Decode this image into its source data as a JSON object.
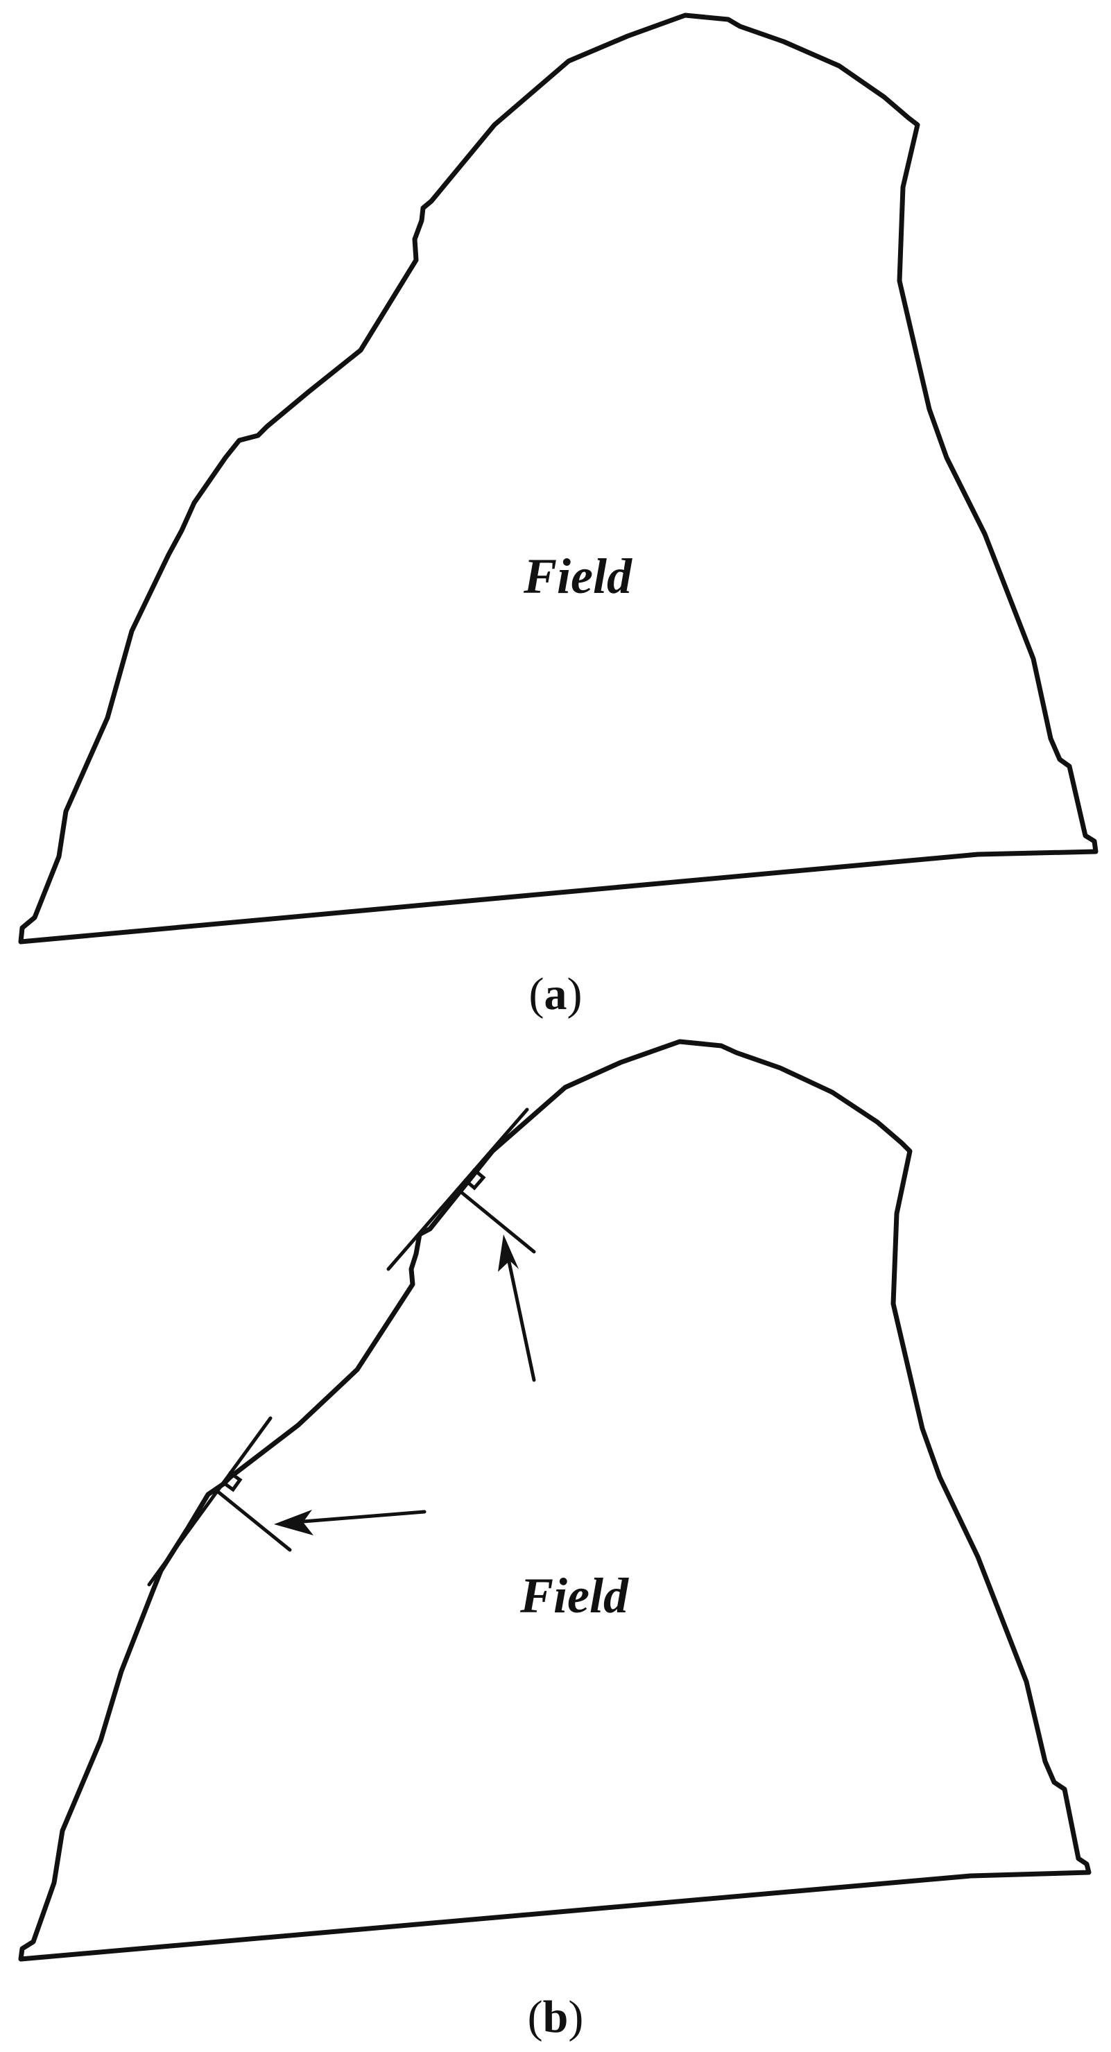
{
  "panels": [
    {
      "caption_open": "(",
      "caption_letter": "a",
      "caption_close": ")",
      "field_label": "Field"
    },
    {
      "caption_open": "(",
      "caption_letter": "b",
      "caption_close": ")",
      "field_label": "Field"
    }
  ],
  "colors": {
    "stroke": "#111111",
    "background": "#ffffff"
  }
}
